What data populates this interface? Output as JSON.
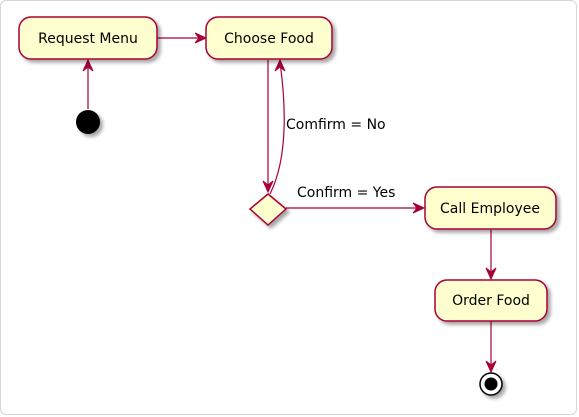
{
  "colors": {
    "node_fill": "#FEFECE",
    "node_stroke": "#A80036",
    "edge": "#A80036",
    "start": "#000000",
    "shadow": "#c0c0c0"
  },
  "nodes": {
    "request_menu": "Request Menu",
    "choose_food": "Choose Food",
    "call_employee": "Call Employee",
    "order_food": "Order Food"
  },
  "edges": {
    "confirm_no": "Comfirm = No",
    "confirm_yes": "Confirm = Yes"
  }
}
